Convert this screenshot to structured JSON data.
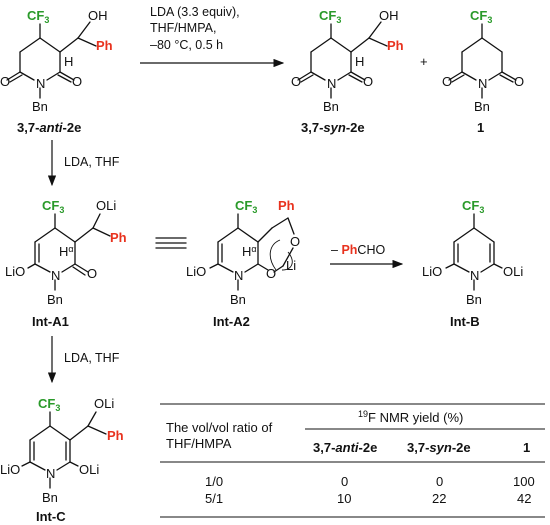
{
  "colors": {
    "cf3": "#2a9a2a",
    "ph": "#e8321e",
    "ink": "#111111"
  },
  "atoms": {
    "cf3": "CF",
    "cf3_sub": "3",
    "ph": "Ph",
    "oh": "OH",
    "oli": "OLi",
    "lio": "LiO",
    "n": "N",
    "bn": "Bn",
    "o": "O",
    "h": "H",
    "alpha": "α",
    "li": "Li",
    "phcho_minus": "– ",
    "phcho_tail": "CHO",
    "equiv": "≡≡",
    "plus": "+"
  },
  "reagents": {
    "top_line1": "LDA (3.3 equiv),",
    "top_line2": "THF/HMPA,",
    "top_line3": "–80 °C, 0.5 h",
    "step2": "LDA, THF",
    "step3": "LDA, THF"
  },
  "labels": {
    "anti_prefix": "3,7-",
    "anti_word": "anti",
    "anti_suffix": "-2e",
    "syn_prefix": "3,7-",
    "syn_word": "syn",
    "syn_suffix": "-2e",
    "one": "1",
    "intA1": "Int-A1",
    "intA2": "Int-A2",
    "intB": "Int-B",
    "intC": "Int-C"
  },
  "table": {
    "ratio_header_line1": "The vol/vol ratio of",
    "ratio_header_line2": "THF/HMPA",
    "nmr_sup": "19",
    "nmr_header": "F NMR yield (%)",
    "col_anti_prefix": "3,7-",
    "col_anti_word": "anti",
    "col_anti_suffix": "-2e",
    "col_syn_prefix": "3,7-",
    "col_syn_word": "syn",
    "col_syn_suffix": "-2e",
    "col_one": "1",
    "rows": [
      {
        "ratio": "1/0",
        "anti": "0",
        "syn": "0",
        "one": "100"
      },
      {
        "ratio": "5/1",
        "anti": "10",
        "syn": "22",
        "one": "42"
      }
    ]
  }
}
